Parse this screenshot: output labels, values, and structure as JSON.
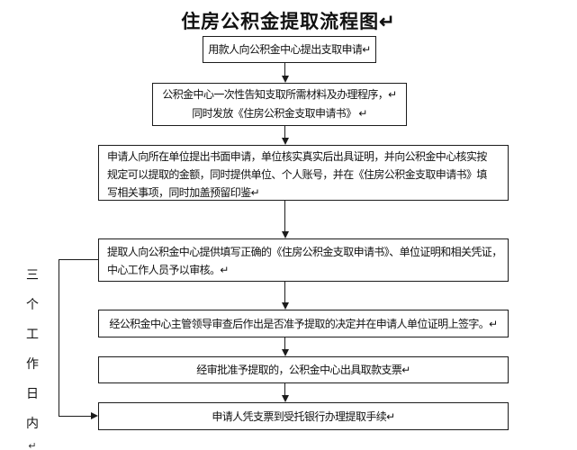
{
  "page": {
    "background": "#ffffff",
    "line_color": "#1c1c1c"
  },
  "title": "住房公积金提取流程图↵",
  "steps": [
    {
      "id": 1,
      "lines": [
        "用款人向公积金中心提出支取申请↵"
      ]
    },
    {
      "id": 2,
      "lines": [
        "公积金中心一次性告知支取所需材料及办理程序，↵",
        "同时发放《住房公积金支取申请书》 ↵"
      ]
    },
    {
      "id": 3,
      "lines": [
        "申请人向所在单位提出书面申请，单位核实真实后出具证明，并向公积金中心核实按",
        "规定可以提取的金额，同时提供单位、个人账号，并在《住房公积金支取申请书》填",
        "写相关事项，同时加盖预留印鉴↵"
      ]
    },
    {
      "id": 4,
      "lines": [
        "提取人向公积金中心提供填写正确的《住房公积金支取申请书》、单位证明和相关凭证，",
        "中心工作人员予以审核。↵"
      ]
    },
    {
      "id": 5,
      "lines": [
        "经公积金中心主管领导审查后作出是否准予提取的决定并在申请人单位证明上签字。↵"
      ]
    },
    {
      "id": 6,
      "lines": [
        "经审批准予提取的，公积金中心出具取款支票↵"
      ]
    },
    {
      "id": 7,
      "lines": [
        "申请人凭支票到受托银行办理提取手续↵"
      ]
    }
  ],
  "side_label": {
    "text": "三个工作日内",
    "chars": [
      "三",
      "个",
      "工",
      "作",
      "日",
      "内"
    ],
    "return_mark": "↵"
  }
}
